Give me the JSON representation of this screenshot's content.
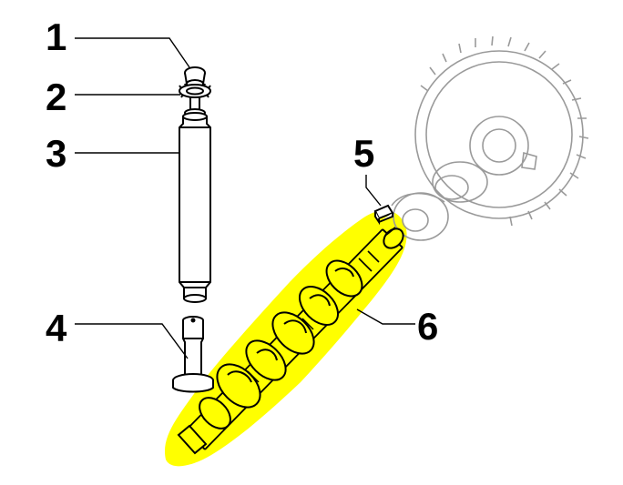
{
  "callouts": [
    {
      "id": "1",
      "label": "1"
    },
    {
      "id": "2",
      "label": "2"
    },
    {
      "id": "3",
      "label": "3"
    },
    {
      "id": "4",
      "label": "4"
    },
    {
      "id": "5",
      "label": "5"
    },
    {
      "id": "6",
      "label": "6"
    }
  ],
  "colors": {
    "highlight": "#ffff00",
    "line": "#000000",
    "faded_part": "#9a9a9a",
    "background": "#ffffff"
  }
}
